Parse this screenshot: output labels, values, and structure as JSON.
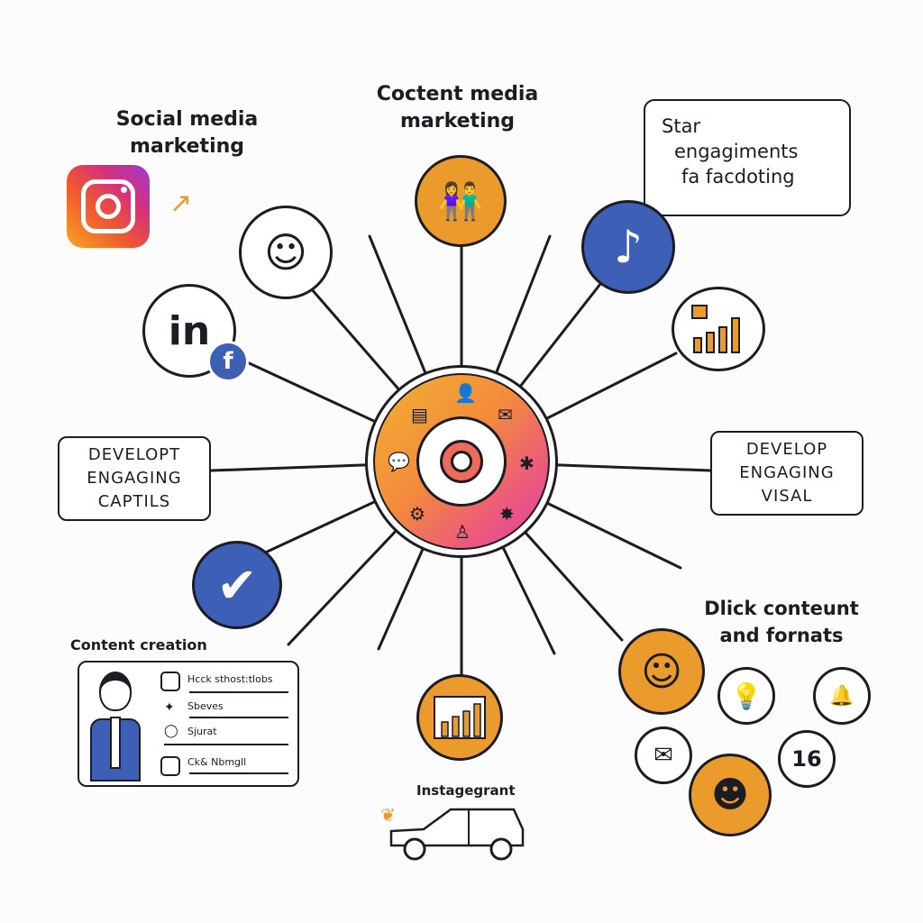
{
  "titles": {
    "social": [
      "Social media",
      "marketing"
    ],
    "content_media": [
      "Coctent media",
      "marketing"
    ],
    "speech": [
      "Star",
      "engagiments",
      "fa facdoting"
    ],
    "click": [
      "Dlick conteunt",
      "and fornats"
    ],
    "content_creation": "Content creation",
    "instagram": "Instagegrant"
  },
  "boxes": {
    "left": [
      "DEVELOPT",
      "ENGAGING",
      "CAPTILS"
    ],
    "right": [
      "DEVELOP",
      "ENGAGING",
      "VISAL"
    ]
  },
  "linkedin_label": "in",
  "facebook_label": "f",
  "badge_number": "16",
  "card_items": [
    "Hcck sthost:tlobs",
    "Sbeves",
    "Sjurat",
    "Ck& Nbmgll"
  ],
  "colors": {
    "orange": "#eb9a2c",
    "blue": "#3d5fb5",
    "pink": "#e8469a",
    "dark": "#1c1c24"
  }
}
